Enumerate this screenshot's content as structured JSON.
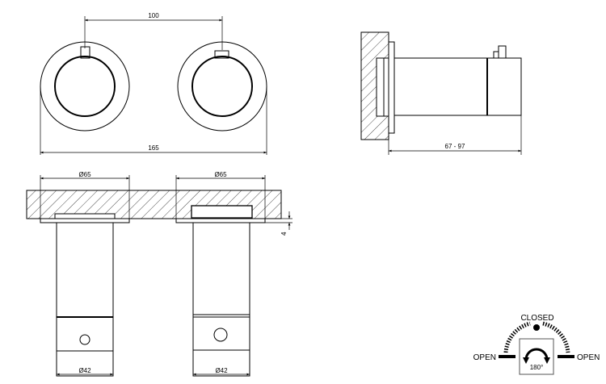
{
  "front_view": {
    "spacing_label": "100",
    "total_width_label": "165"
  },
  "side_view": {
    "depth_label": "67 - 97"
  },
  "section_view": {
    "left_flange_label": "Ø65",
    "right_flange_label": "Ø65",
    "offset_label": "4",
    "left_body_label": "Ø42",
    "right_body_label": "Ø42"
  },
  "rotation_diagram": {
    "closed_label": "CLOSED",
    "open_left_label": "OPEN",
    "open_right_label": "OPEN",
    "angle_label": "180°"
  }
}
